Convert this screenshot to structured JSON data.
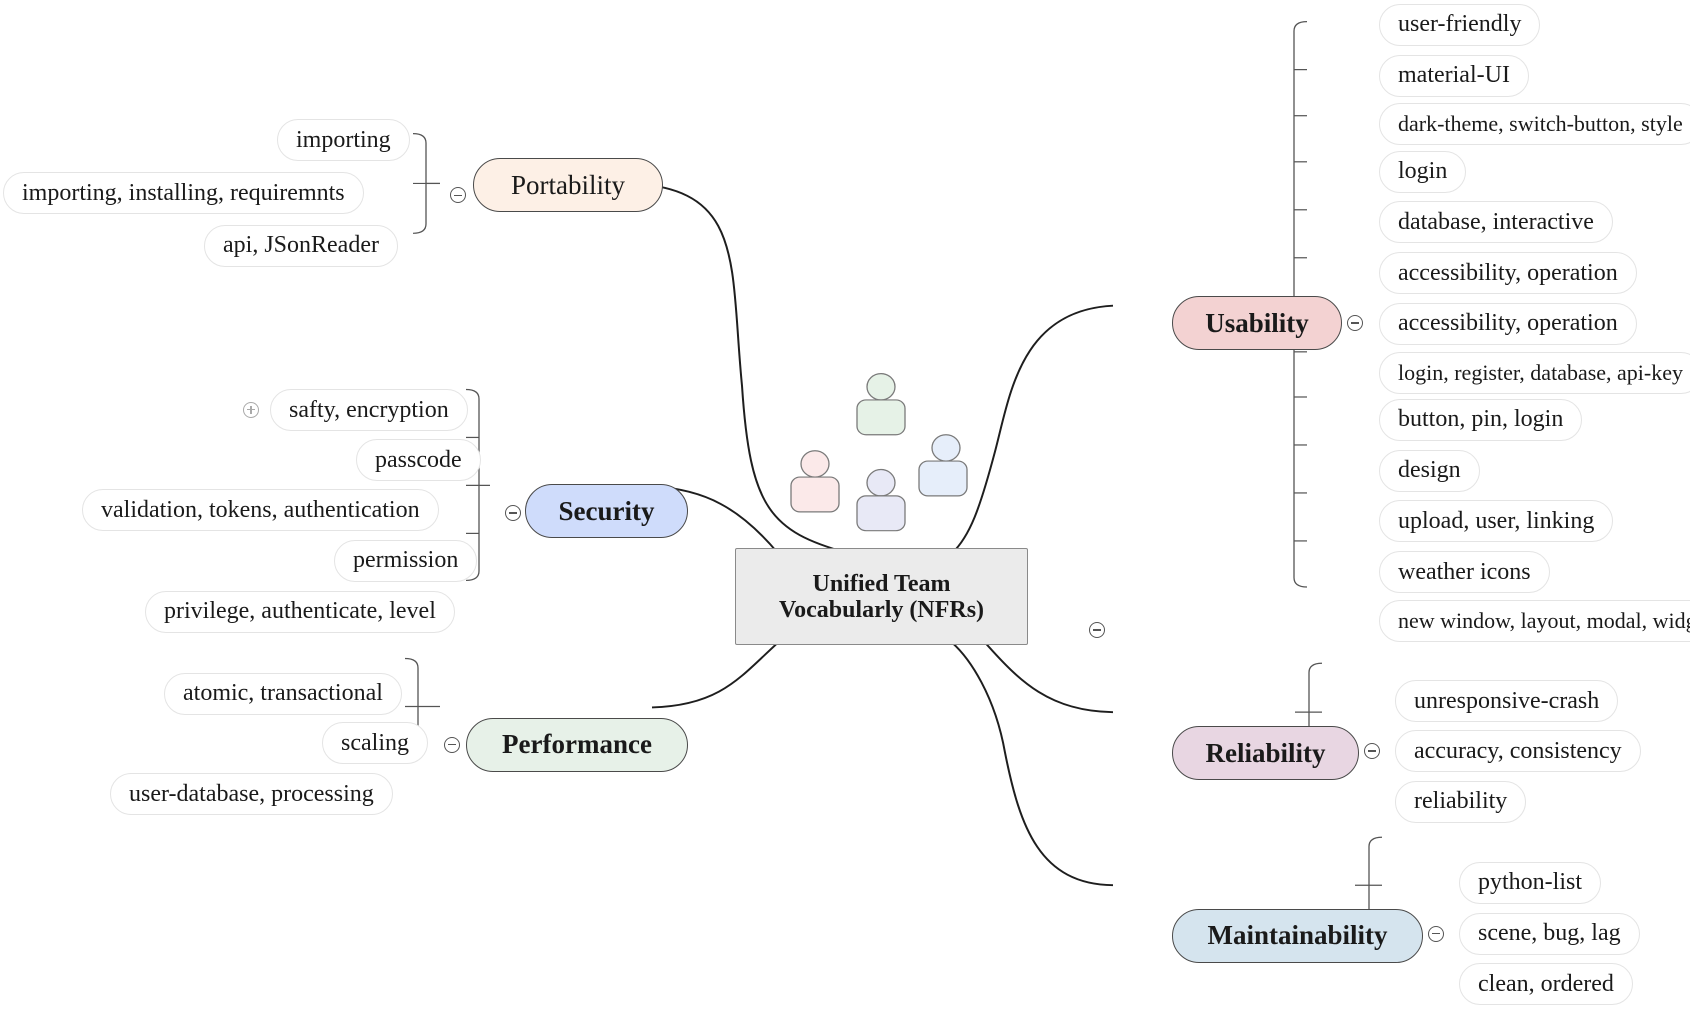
{
  "center": {
    "line1": "Unified Team",
    "line2": "Vocabularly (NFRs)"
  },
  "icons": [
    "person-icon",
    "person-icon",
    "person-icon",
    "person-icon"
  ],
  "colors": {
    "portability": "#fdf0e6",
    "security": "#cfdcfb",
    "performance": "#e7f1e8",
    "usability": "#f3d2d2",
    "reliability": "#e8d6e2",
    "maintainability": "#d5e4ee",
    "center": "#ebebeb"
  },
  "branches": {
    "portability": {
      "label": "Portability",
      "items": [
        "importing",
        "importing, installing, requiremnts",
        "api, JSonReader"
      ]
    },
    "security": {
      "label": "Security",
      "items": [
        "safty, encryption",
        "passcode",
        "validation, tokens, authentication",
        "permission",
        "privilege, authenticate, level"
      ]
    },
    "performance": {
      "label": "Performance",
      "items": [
        "atomic, transactional",
        "scaling",
        "user-database, processing"
      ]
    },
    "usability": {
      "label": "Usability",
      "items": [
        "user-friendly",
        "material-UI",
        "dark-theme, switch-button, style",
        "login",
        "database, interactive",
        "accessibility, operation",
        "accessibility, operation",
        "login, register, database, api-key",
        "button, pin, login",
        "design",
        "upload, user, linking",
        "weather icons",
        "new window, layout, modal, widget"
      ]
    },
    "reliability": {
      "label": "Reliability",
      "items": [
        "unresponsive-crash",
        "accuracy, consistency",
        "reliability"
      ]
    },
    "maintainability": {
      "label": "Maintainability",
      "items": [
        "python-list",
        "scene, bug, lag",
        "clean, ordered"
      ]
    }
  }
}
